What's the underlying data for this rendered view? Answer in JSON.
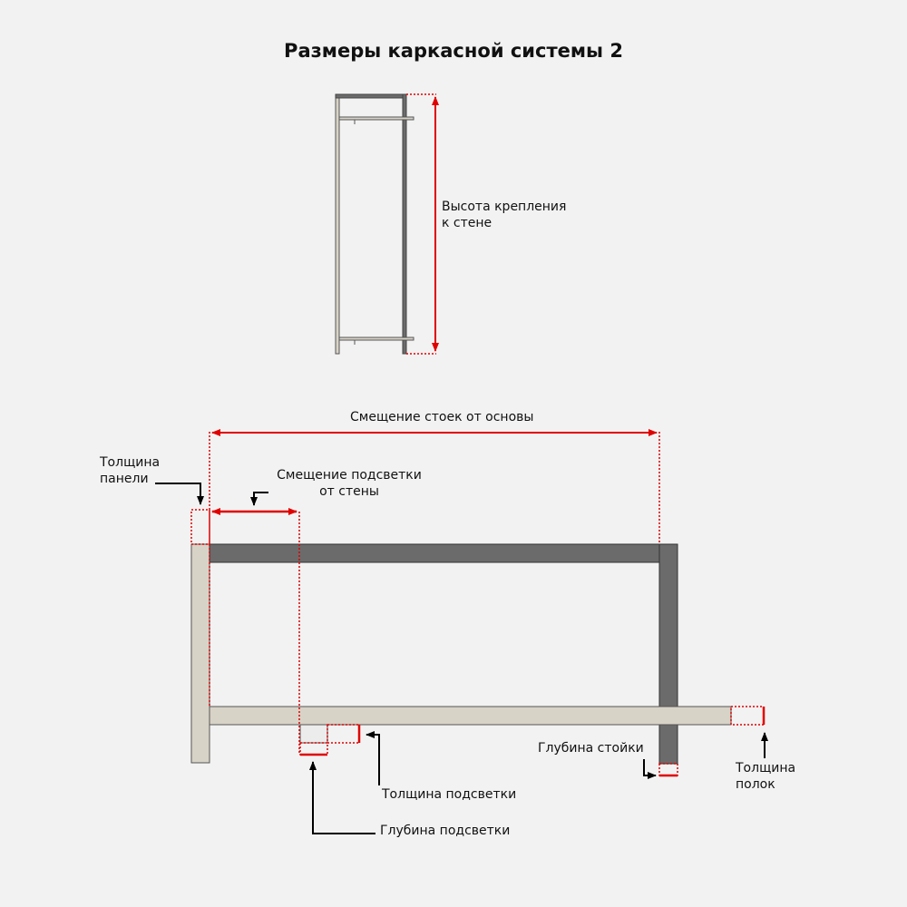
{
  "title": "Размеры каркасной системы 2",
  "labels": {
    "wall_height_1": "Высота крепления",
    "wall_height_2": "к стене",
    "post_offset": "Смещение стоек от основы",
    "panel_thickness_1": "Толщина",
    "panel_thickness_2": "панели",
    "light_offset_1": "Смещение подсветки",
    "light_offset_2": "от стены",
    "light_thickness": "Толщина подсветки",
    "light_depth": "Глубина подсветки",
    "post_depth": "Глубина стойки",
    "shelf_thickness_1": "Толщина",
    "shelf_thickness_2": "полок"
  },
  "colors": {
    "background": "#f2f2f2",
    "dimension_red": "#e00000",
    "frame_dark": "#6b6b6b",
    "panel_beige": "#d8d3c7",
    "outline": "#333333"
  }
}
